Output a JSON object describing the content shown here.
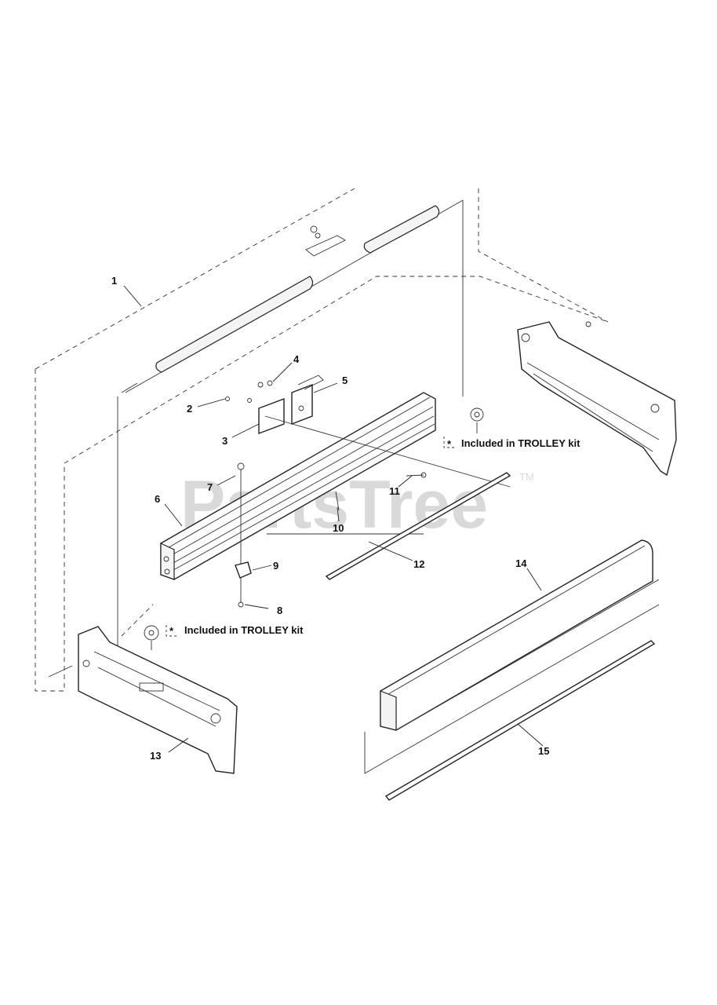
{
  "watermark": {
    "text": "PartsTree",
    "trademark": "TM"
  },
  "callouts": [
    {
      "id": "1",
      "text": "1"
    },
    {
      "id": "2",
      "text": "2"
    },
    {
      "id": "3",
      "text": "3"
    },
    {
      "id": "4",
      "text": "4"
    },
    {
      "id": "5",
      "text": "5"
    },
    {
      "id": "6",
      "text": "6"
    },
    {
      "id": "7",
      "text": "7"
    },
    {
      "id": "8",
      "text": "8"
    },
    {
      "id": "9",
      "text": "9"
    },
    {
      "id": "10",
      "text": "10"
    },
    {
      "id": "11",
      "text": "11"
    },
    {
      "id": "12",
      "text": "12"
    },
    {
      "id": "13",
      "text": "13"
    },
    {
      "id": "14",
      "text": "14"
    },
    {
      "id": "15",
      "text": "15"
    }
  ],
  "notes": {
    "marker": "*",
    "trolley_kit_right": "Included in TROLLEY kit",
    "trolley_kit_left": "Included in TROLLEY kit"
  }
}
